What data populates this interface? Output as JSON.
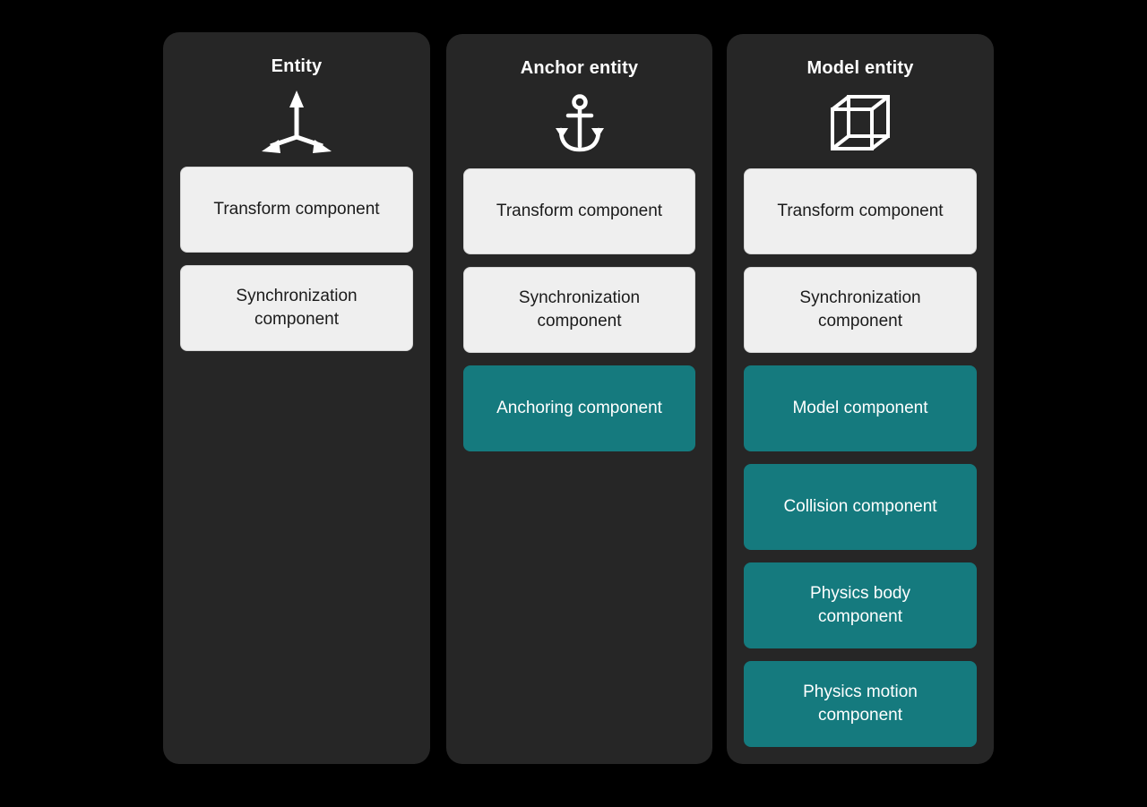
{
  "theme": {
    "page_background": "#000000",
    "panel_background": "#262626",
    "light_card_background": "#efefef",
    "light_card_border": "#d5d5d5",
    "light_card_text": "#1b1b1b",
    "accent_card_background": "#157a7e",
    "accent_card_text": "#ffffff",
    "title_color": "#ffffff",
    "icon_color": "#ffffff"
  },
  "columns": [
    {
      "id": "entity",
      "title": "Entity",
      "icon": "transform-axes-icon",
      "components": [
        {
          "label": "Transform component",
          "style": "light"
        },
        {
          "label": "Synchronization\ncomponent",
          "style": "light"
        }
      ]
    },
    {
      "id": "anchor-entity",
      "title": "Anchor entity",
      "icon": "anchor-icon",
      "components": [
        {
          "label": "Transform component",
          "style": "light"
        },
        {
          "label": "Synchronization\ncomponent",
          "style": "light"
        },
        {
          "label": "Anchoring component",
          "style": "accent"
        }
      ]
    },
    {
      "id": "model-entity",
      "title": "Model entity",
      "icon": "wireframe-cube-icon",
      "components": [
        {
          "label": "Transform component",
          "style": "light"
        },
        {
          "label": "Synchronization\ncomponent",
          "style": "light"
        },
        {
          "label": "Model component",
          "style": "accent"
        },
        {
          "label": "Collision component",
          "style": "accent"
        },
        {
          "label": "Physics body\ncomponent",
          "style": "accent"
        },
        {
          "label": "Physics motion\ncomponent",
          "style": "accent"
        }
      ]
    }
  ]
}
